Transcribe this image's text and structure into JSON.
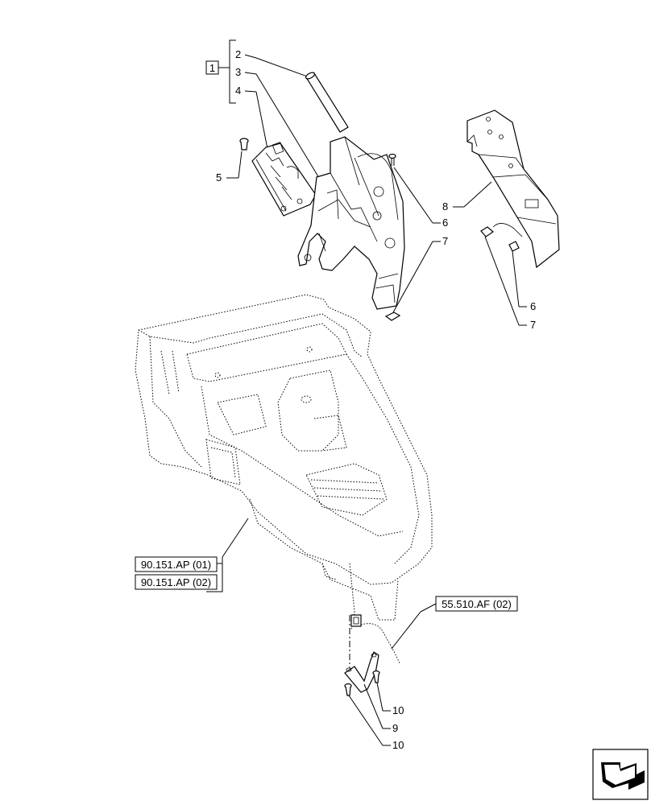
{
  "callouts": {
    "group_ref": "1",
    "c2": "2",
    "c3": "3",
    "c4": "4",
    "c5": "5",
    "c6a": "6",
    "c7a": "7",
    "c8": "8",
    "c6b": "6",
    "c7b": "7",
    "c9": "9",
    "c10a": "10",
    "c10b": "10"
  },
  "references": {
    "ref_1": "90.151.AP (01)",
    "ref_2": "90.151.AP (02)",
    "ref_3": "55.510.AF (02)"
  },
  "icons": {
    "nav": "next-page-arrow-icon"
  }
}
